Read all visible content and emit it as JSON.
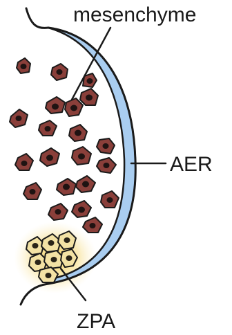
{
  "labels": {
    "mesenchyme": "mesenchyme",
    "aer": "AER",
    "zpa": "ZPA"
  },
  "colors": {
    "outline": "#1a1a1a",
    "aer_fill": "#a9cdf0",
    "mesenchyme_cell": "#8a3f3a",
    "mesenchyme_nucleus": "#1f1312",
    "zpa_cell": "#f3e2a4",
    "zpa_glow": "#f2c845",
    "zpa_nucleus": "#2a2418"
  }
}
